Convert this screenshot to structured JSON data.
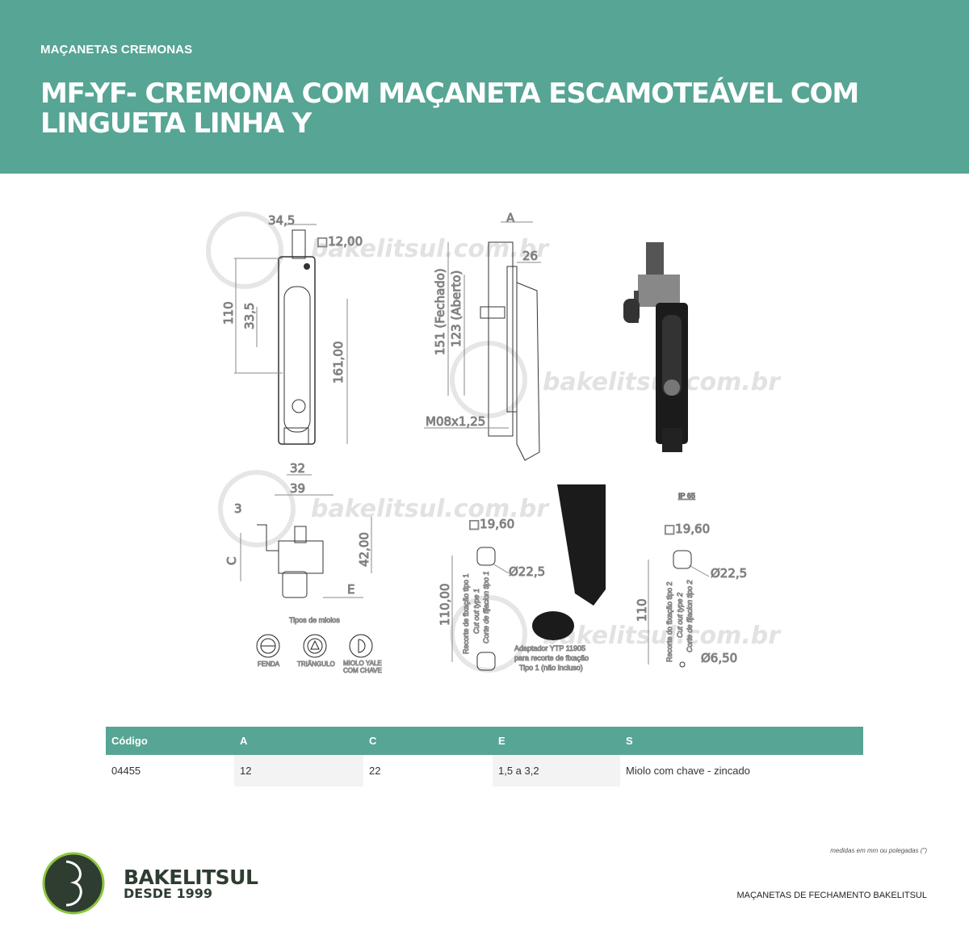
{
  "header": {
    "category": "MAÇANETAS CREMONAS",
    "title": "MF-YF- CREMONA COM MAÇANETA ESCAMOTEÁVEL COM LINGUETA LINHA Y",
    "bg_color": "#57a594"
  },
  "drawing": {
    "watermark": "bakelitsul.com.br",
    "front": {
      "w": "34,5",
      "sq": "□12,00",
      "h110": "110",
      "h33": "33,5",
      "h161": "161,00",
      "w32": "32",
      "w39": "39"
    },
    "side": {
      "a": "A",
      "w26": "26",
      "closed": "151 (Fechado)",
      "open": "123 (Aberto)",
      "thread": "M08x1,25"
    },
    "bottom": {
      "d3": "3",
      "c": "C",
      "h42": "42,00",
      "e": "E"
    },
    "miolos": {
      "title": "Tipos de miolos",
      "items": [
        "FENDA",
        "TRIÂNGULO",
        "MIOLO YALE",
        "COM CHAVE"
      ]
    },
    "cut1": {
      "sq": "□19,60",
      "dia": "Ø22,5",
      "h": "110,00",
      "l1": "Recorte de fixação tipo 1",
      "l2": "Cut out type 1",
      "l3": "Corte de fijacion tipo 1"
    },
    "adapter": [
      "Adaptador YTP 11905",
      "para recorte de fixação",
      "Tipo 1 (não incluso)"
    ],
    "ip": "IP 65",
    "cut2": {
      "sq": "□19,60",
      "dia": "Ø22,5",
      "h": "110",
      "hole": "Ø6,50",
      "l1": "Recorte do fixação tipo 2",
      "l2": "Cut out type 2",
      "l3": "Corte de fijacion tipo 2"
    }
  },
  "table": {
    "headers": [
      "Código",
      "A",
      "C",
      "E",
      "S"
    ],
    "rows": [
      [
        "04455",
        "12",
        "22",
        "1,5 a 3,2",
        "Miolo com chave - zincado"
      ]
    ]
  },
  "footer": {
    "brand": "BAKELITSUL",
    "since": "DESDE 1999",
    "note": "medidas em mm ou polegadas (\")",
    "tagline": "MAÇANETAS DE FECHAMENTO BAKELITSUL"
  }
}
